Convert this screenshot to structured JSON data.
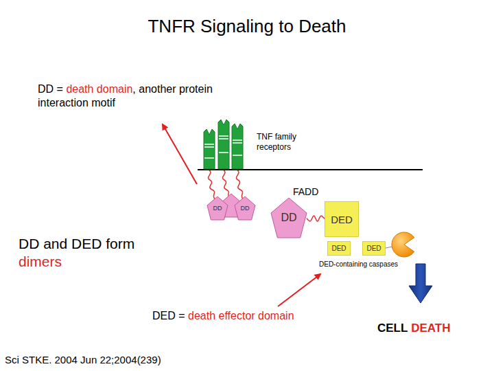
{
  "diagram": {
    "title": "TNFR Signaling to Death",
    "nodes": [
      {
        "text": [
          "DD"
        ]
      },
      {
        "text": [
          "DD"
        ]
      },
      {
        "text": [
          "DD"
        ]
      },
      {
        "text": [
          "DED"
        ]
      },
      {
        "text": [
          "DED"
        ]
      },
      {
        "text": [
          "DED"
        ]
      }
    ],
    "edges": [
      {
        "from": 2,
        "to": 3,
        "arrow": "none"
      }
    ],
    "labels": [
      "DD =",
      "death domain",
      ", another protein interaction motif",
      "TNF family receptors",
      "FADD",
      "DD and DED form",
      "dimers",
      "DED-containing caspases",
      "DED =",
      "death effector domain",
      "CELL",
      "DEATH",
      "Sci STKE. 2004 Jun 22;2004(239)"
    ]
  }
}
